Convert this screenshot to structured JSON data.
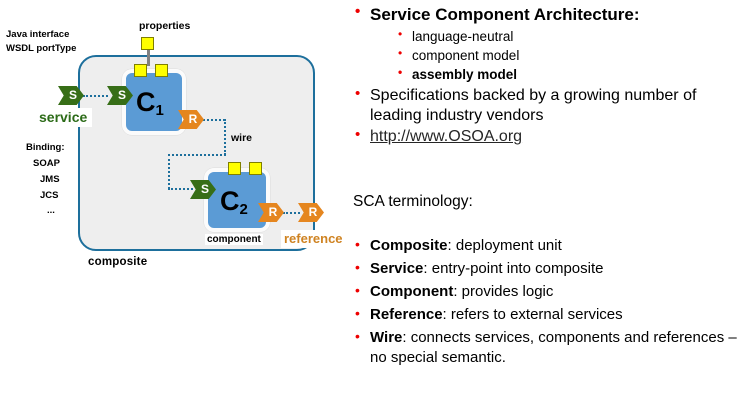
{
  "diagram": {
    "properties_label": "properties",
    "wire_label": "wire",
    "composite_label": "composite",
    "component_label": "component",
    "service_label": "service",
    "reference_label": "reference",
    "interface_annotations": [
      "Java interface",
      "WSDL portType"
    ],
    "binding_annotations": [
      "Binding:",
      "SOAP",
      "JMS",
      "JCS",
      "..."
    ],
    "components": [
      {
        "name": "C",
        "sub": "1"
      },
      {
        "name": "C",
        "sub": "2"
      }
    ],
    "chevrons": {
      "service_glyph": "S",
      "reference_glyph": "R"
    },
    "colors": {
      "component_fill": "#5b9bd5",
      "service_green": "#376e17",
      "reference_orange": "#e5861f",
      "composite_border": "#1d6f9c",
      "composite_fill": "#eeeeee",
      "property_yellow": "#ffff00",
      "service_label_color": "#2c6b18",
      "reference_label_color": "#cf8322"
    }
  },
  "panel": {
    "bullet_color": "#ee0000",
    "top": {
      "heading": "Service Component Architecture:",
      "sub_items": [
        {
          "text": "language-neutral",
          "bold": false
        },
        {
          "text": "component  model",
          "bold": false
        },
        {
          "text": "assembly  model",
          "bold": true
        }
      ],
      "spec_text": "Specifications backed by a growing number of leading industry vendors",
      "link_text": "http://www.OSOA.org"
    },
    "terminology_heading": "SCA terminology:",
    "terms": [
      {
        "term": "Composite",
        "definition": ": deployment unit"
      },
      {
        "term": "Service",
        "definition": ": entry-point into composite"
      },
      {
        "term": "Component",
        "definition": ": provides logic"
      },
      {
        "term": "Reference",
        "definition": ": refers to external services"
      },
      {
        "term": "Wire",
        "definition": ": connects services, components and references – no special semantic."
      }
    ]
  }
}
